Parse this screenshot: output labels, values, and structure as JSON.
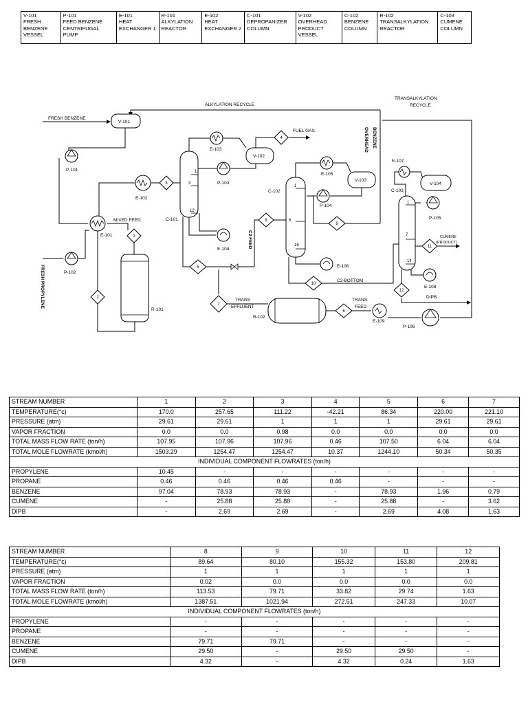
{
  "equipment": [
    {
      "tag": "V-101",
      "name": "FRESH BENZENE VESSEL"
    },
    {
      "tag": "P-101",
      "name": "FEED BENZENE CENTRIFUGAL PUMP"
    },
    {
      "tag": "E-101",
      "name": "HEAT EXCHANGER 1"
    },
    {
      "tag": "R-101",
      "name": "ALKYLATION REACTOR"
    },
    {
      "tag": "E-102",
      "name": "HEAT EXCHANGER 2"
    },
    {
      "tag": "C-101",
      "name": "DEPROPANIZER COLUMN"
    },
    {
      "tag": "V-102",
      "name": "OVERHEAD PRODUCT VESSEL"
    },
    {
      "tag": "C-102",
      "name": "BENZENE COLUMN"
    },
    {
      "tag": "R-102",
      "name": "TRANSALKYLATION REACTOR"
    },
    {
      "tag": "C-103",
      "name": "CUMENE COLUMN"
    }
  ],
  "diagram": {
    "labels": {
      "alkylation_recycle": "ALKYLATION RECYCLE",
      "transalkylation_recycle_1": "TRANSALKYLATION",
      "transalkylation_recycle_2": "RECYCLE",
      "fresh_benzene": "FRESH BENZENE",
      "fresh_propylene": "FRESH PROPYLENE",
      "mixed_feed": "MIXED FEED",
      "fuel_gas": "FUEL GAS",
      "benzene_overhead_1": "BENZENE",
      "benzene_overhead_2": "OVERHEAD",
      "c2_feed": "C2 FEED",
      "c2_bottom": "C2-BOTTOM",
      "trans_effluent_1": "TRANS",
      "trans_effluent_2": "EFFLUENT",
      "trans_feed_1": "TRANS",
      "trans_feed_2": "FEED",
      "cumene_product_1": "CUMENE",
      "cumene_product_2": "(PRODUCT)",
      "dipb": "DIPB"
    },
    "tags": {
      "v101": "V-101",
      "p101": "P-101",
      "p102": "P-102",
      "e101": "E-101",
      "e102": "E-102",
      "r101": "R-101",
      "c101": "C-101",
      "e103": "E-103",
      "v102": "V-102",
      "p103": "P-103",
      "e104": "E-104",
      "c102": "C-102",
      "e105": "E-105",
      "v103": "V-103",
      "p104": "P-104",
      "e106": "E-106",
      "c103": "C-103",
      "e107": "E-107",
      "v104": "V-104",
      "p105": "P-105",
      "e108": "E-108",
      "r102": "R-102",
      "e109": "E-109",
      "p106": "P-106"
    },
    "streams": [
      "1",
      "2",
      "3",
      "4",
      "5",
      "6",
      "7",
      "8",
      "9",
      "10",
      "11",
      "12"
    ],
    "trays": {
      "c101_top": "1",
      "c101_feed": "3",
      "c101_bottom": "12",
      "c102_top": "1",
      "c102_feed": "6",
      "c102_bottom": "18",
      "c103_top": "1",
      "c103_feed": "7",
      "c103_bottom": "14"
    }
  },
  "stream_table_1": {
    "header_label": "STREAM NUMBER",
    "streams": [
      "1",
      "2",
      "3",
      "4",
      "5",
      "6",
      "7"
    ],
    "props": [
      {
        "label": "TEMPERATURE(°c)",
        "values": [
          "170.0",
          "257.65",
          "111.22",
          "-42.21",
          "86.34",
          "220.00",
          "221.10"
        ]
      },
      {
        "label": "PRESSURE (atm)",
        "values": [
          "29.61",
          "29.61",
          "1",
          "1",
          "1",
          "29.61",
          "29.61"
        ]
      },
      {
        "label": "VAPOR FRACTION",
        "values": [
          "0.0",
          "0.0",
          "0.98",
          "0.0",
          "0.0",
          "0.0",
          "0.0"
        ]
      },
      {
        "label": "TOTAL MASS FLOW RATE (ton/h)",
        "values": [
          "107.95",
          "107.96",
          "107.96",
          "0.46",
          "107.50",
          "6.04",
          "6.04"
        ]
      },
      {
        "label": "TOTAL MOLE FLOWRATE (kmol/h)",
        "values": [
          "1503.29",
          "1254.47",
          "1254.47",
          "10.37",
          "1244.10",
          "50.34",
          "50.35"
        ]
      }
    ],
    "section": "INDIVIDUAL COMPONENT FLOWRATES (ton/h)",
    "components": [
      {
        "label": "PROPYLENE",
        "values": [
          "10.45",
          "-",
          "-",
          "-",
          "-",
          "-",
          "-"
        ]
      },
      {
        "label": "PROPANE",
        "values": [
          "0.46",
          "0.46",
          "0.46",
          "0.46",
          "-",
          "-",
          "-"
        ]
      },
      {
        "label": "BENZENE",
        "values": [
          "97.04",
          "78.93",
          "78.93",
          "-",
          "78.93",
          "1.96",
          "0.79"
        ]
      },
      {
        "label": "CUMENE",
        "values": [
          "-",
          "25.88",
          "25.88",
          "-",
          "25.88",
          "-",
          "3.62"
        ]
      },
      {
        "label": "DIPB",
        "values": [
          "-",
          "2.69",
          "2.69",
          "-",
          "2.69",
          "4.08",
          "1.63"
        ]
      }
    ]
  },
  "stream_table_2": {
    "header_label": "STREAM NUMBER",
    "streams": [
      "8",
      "9",
      "10",
      "11",
      "12"
    ],
    "props": [
      {
        "label": "TEMPERATURE(°c)",
        "values": [
          "89.64",
          "80.10",
          "155.32",
          "153.80",
          "209.81"
        ]
      },
      {
        "label": "PRESSURE (atm)",
        "values": [
          "1",
          "1",
          "1",
          "1",
          "1"
        ]
      },
      {
        "label": "VAPOR FRACTION",
        "values": [
          "0.02",
          "0.0",
          "0.0",
          "0.0",
          "0.0"
        ]
      },
      {
        "label": "TOTAL MASS FLOW RATE (ton/h)",
        "values": [
          "113.53",
          "79.71",
          "33.82",
          "29.74",
          "1.63"
        ]
      },
      {
        "label": "TOTAL MOLE FLOWRATE (kmol/h)",
        "values": [
          "1387.51",
          "1021.94",
          "272.51",
          "247.33",
          "10.07"
        ]
      }
    ],
    "section": "INDIVIDUAL COMPONENT FLOWRATES (ton/h)",
    "components": [
      {
        "label": "PROPYLENE",
        "values": [
          "-",
          "-",
          "-",
          "-",
          "-"
        ]
      },
      {
        "label": "PROPANE",
        "values": [
          "-",
          "-",
          "-",
          "-",
          "-"
        ]
      },
      {
        "label": "BENZENE",
        "values": [
          "79.71",
          "79.71",
          "-",
          "-",
          "-"
        ]
      },
      {
        "label": "CUMENE",
        "values": [
          "29.50",
          "-",
          "29.50",
          "29.50",
          "-"
        ]
      },
      {
        "label": "DIPB",
        "values": [
          "4.32",
          "-",
          "4.32",
          "0.24",
          "1.63"
        ]
      }
    ]
  }
}
